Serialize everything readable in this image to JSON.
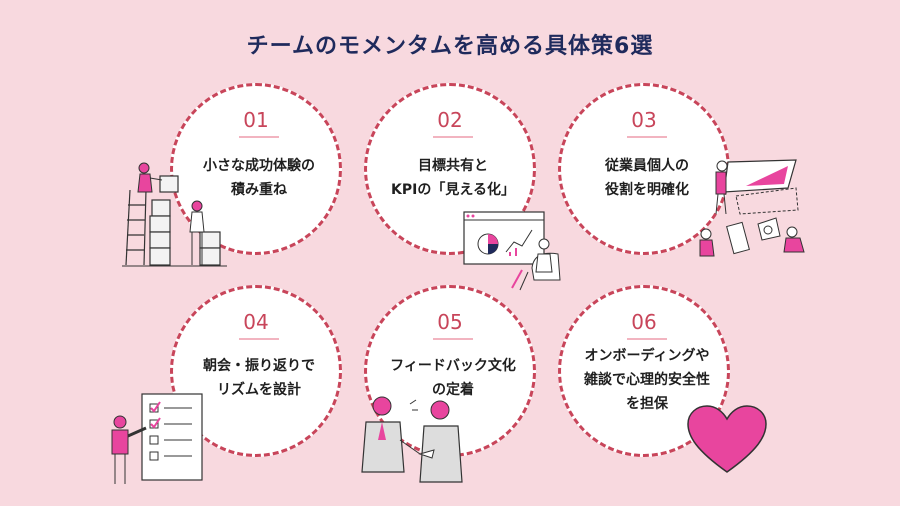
{
  "title": "チームのモメンタムを高める具体策6選",
  "items": [
    {
      "number": "01",
      "lines": [
        "小さな成功体験の",
        "積み重ね"
      ]
    },
    {
      "number": "02",
      "lines": [
        "目標共有と",
        "KPIの「見える化」"
      ]
    },
    {
      "number": "03",
      "lines": [
        "従業員個人の",
        "役割を明確化"
      ]
    },
    {
      "number": "04",
      "lines": [
        "朝会・振り返りで",
        "リズムを設計"
      ]
    },
    {
      "number": "05",
      "lines": [
        "フィードバック文化",
        "の定着"
      ]
    },
    {
      "number": "06",
      "lines": [
        "オンボーディングや",
        "雑談で心理的安全性",
        "を担保"
      ]
    }
  ],
  "colors": {
    "background": "#f8d9df",
    "accent": "#c8455a",
    "title": "#1f2a5c",
    "pink": "#e8459e"
  }
}
